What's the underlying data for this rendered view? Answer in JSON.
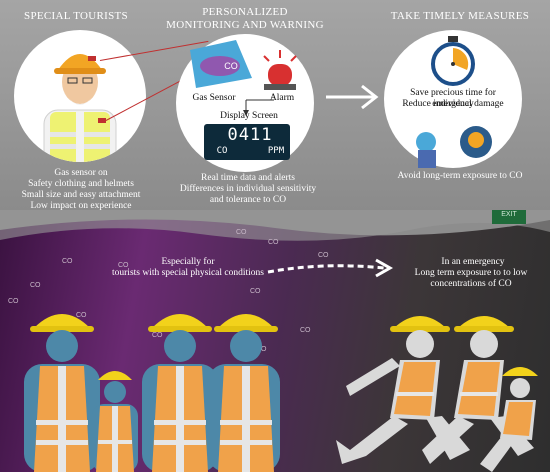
{
  "sections": [
    {
      "heading": "SPECIAL TOURISTS",
      "lines": [
        "Gas sensor on",
        "Safety clothing and helmets",
        "Small size and easy attachment",
        "Low impact on experience"
      ]
    },
    {
      "heading": "PERSONALIZED MONITORING AND WARNING",
      "lines": [
        "Real time data and alerts",
        "Differences in individual sensitivity",
        "and tolerance to CO"
      ]
    },
    {
      "heading": "TAKE TIMELY MEASURES",
      "lines": [
        "Avoid long-term exposure to CO"
      ]
    }
  ],
  "monitor": {
    "co": "CO",
    "gas_sensor": "Gas Sensor",
    "alarm": "Alarm",
    "display_screen": "Display Screen",
    "lcd_value": "0411",
    "lcd_left": "CO",
    "lcd_right": "PPM"
  },
  "measures": {
    "line1": "Save precious time for emergency",
    "line2": "Reduce individual damage"
  },
  "bottom": {
    "left_line1": "Especially for",
    "left_line2": "tourists with special physical conditions",
    "right_line1": "In an emergency",
    "right_line2": "Long term exposure to to low",
    "right_line3": "concentrations of CO",
    "exit": "EXIT"
  },
  "co_labels": [
    "CO",
    "CO",
    "CO",
    "CO",
    "CO",
    "CO",
    "CO",
    "CO",
    "CO",
    "CO",
    "CO",
    "CO"
  ],
  "colors": {
    "helmet": "#f2d21b",
    "vest": "#f0a24a",
    "vest_stripe": "#e6e6e6",
    "person_left": "#4d88a8",
    "person_right": "#d9d9d9",
    "lcd": "#0d2a3a",
    "lcd_text": "#ffffff"
  }
}
